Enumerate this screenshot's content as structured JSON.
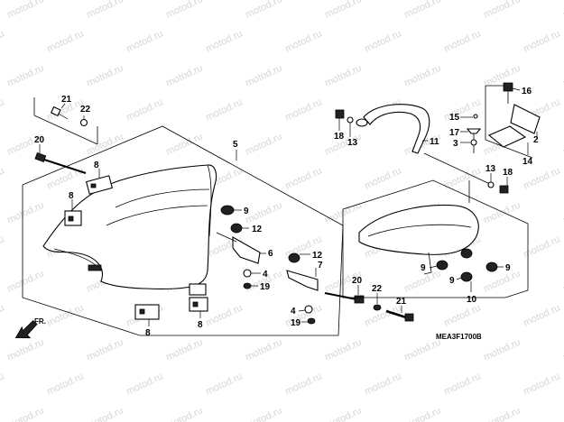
{
  "watermark": "motod.ru",
  "diagram_code": "MEA3F1700B",
  "direction_label": "FR.",
  "callouts": {
    "c21_top": "21",
    "c22_top": "22",
    "c20_left": "20",
    "c5": "5",
    "c8_a": "8",
    "c8_b": "8",
    "c8_c": "8",
    "c8_d": "8",
    "c9_mid": "9",
    "c12_a": "12",
    "c6": "6",
    "c4_a": "4",
    "c19_a": "19",
    "c12_b": "12",
    "c7": "7",
    "c4_b": "4",
    "c19_b": "19",
    "c20_right": "20",
    "c22_bottom": "22",
    "c21_bottom": "21",
    "c18_a": "18",
    "c13_a": "13",
    "c11": "11",
    "c15": "15",
    "c17": "17",
    "c3": "3",
    "c16": "16",
    "c2": "2",
    "c14": "14",
    "c13_b": "13",
    "c18_b": "18",
    "c9_r1": "9",
    "c9_r2": "9",
    "c9_r3": "9",
    "c10": "10"
  }
}
